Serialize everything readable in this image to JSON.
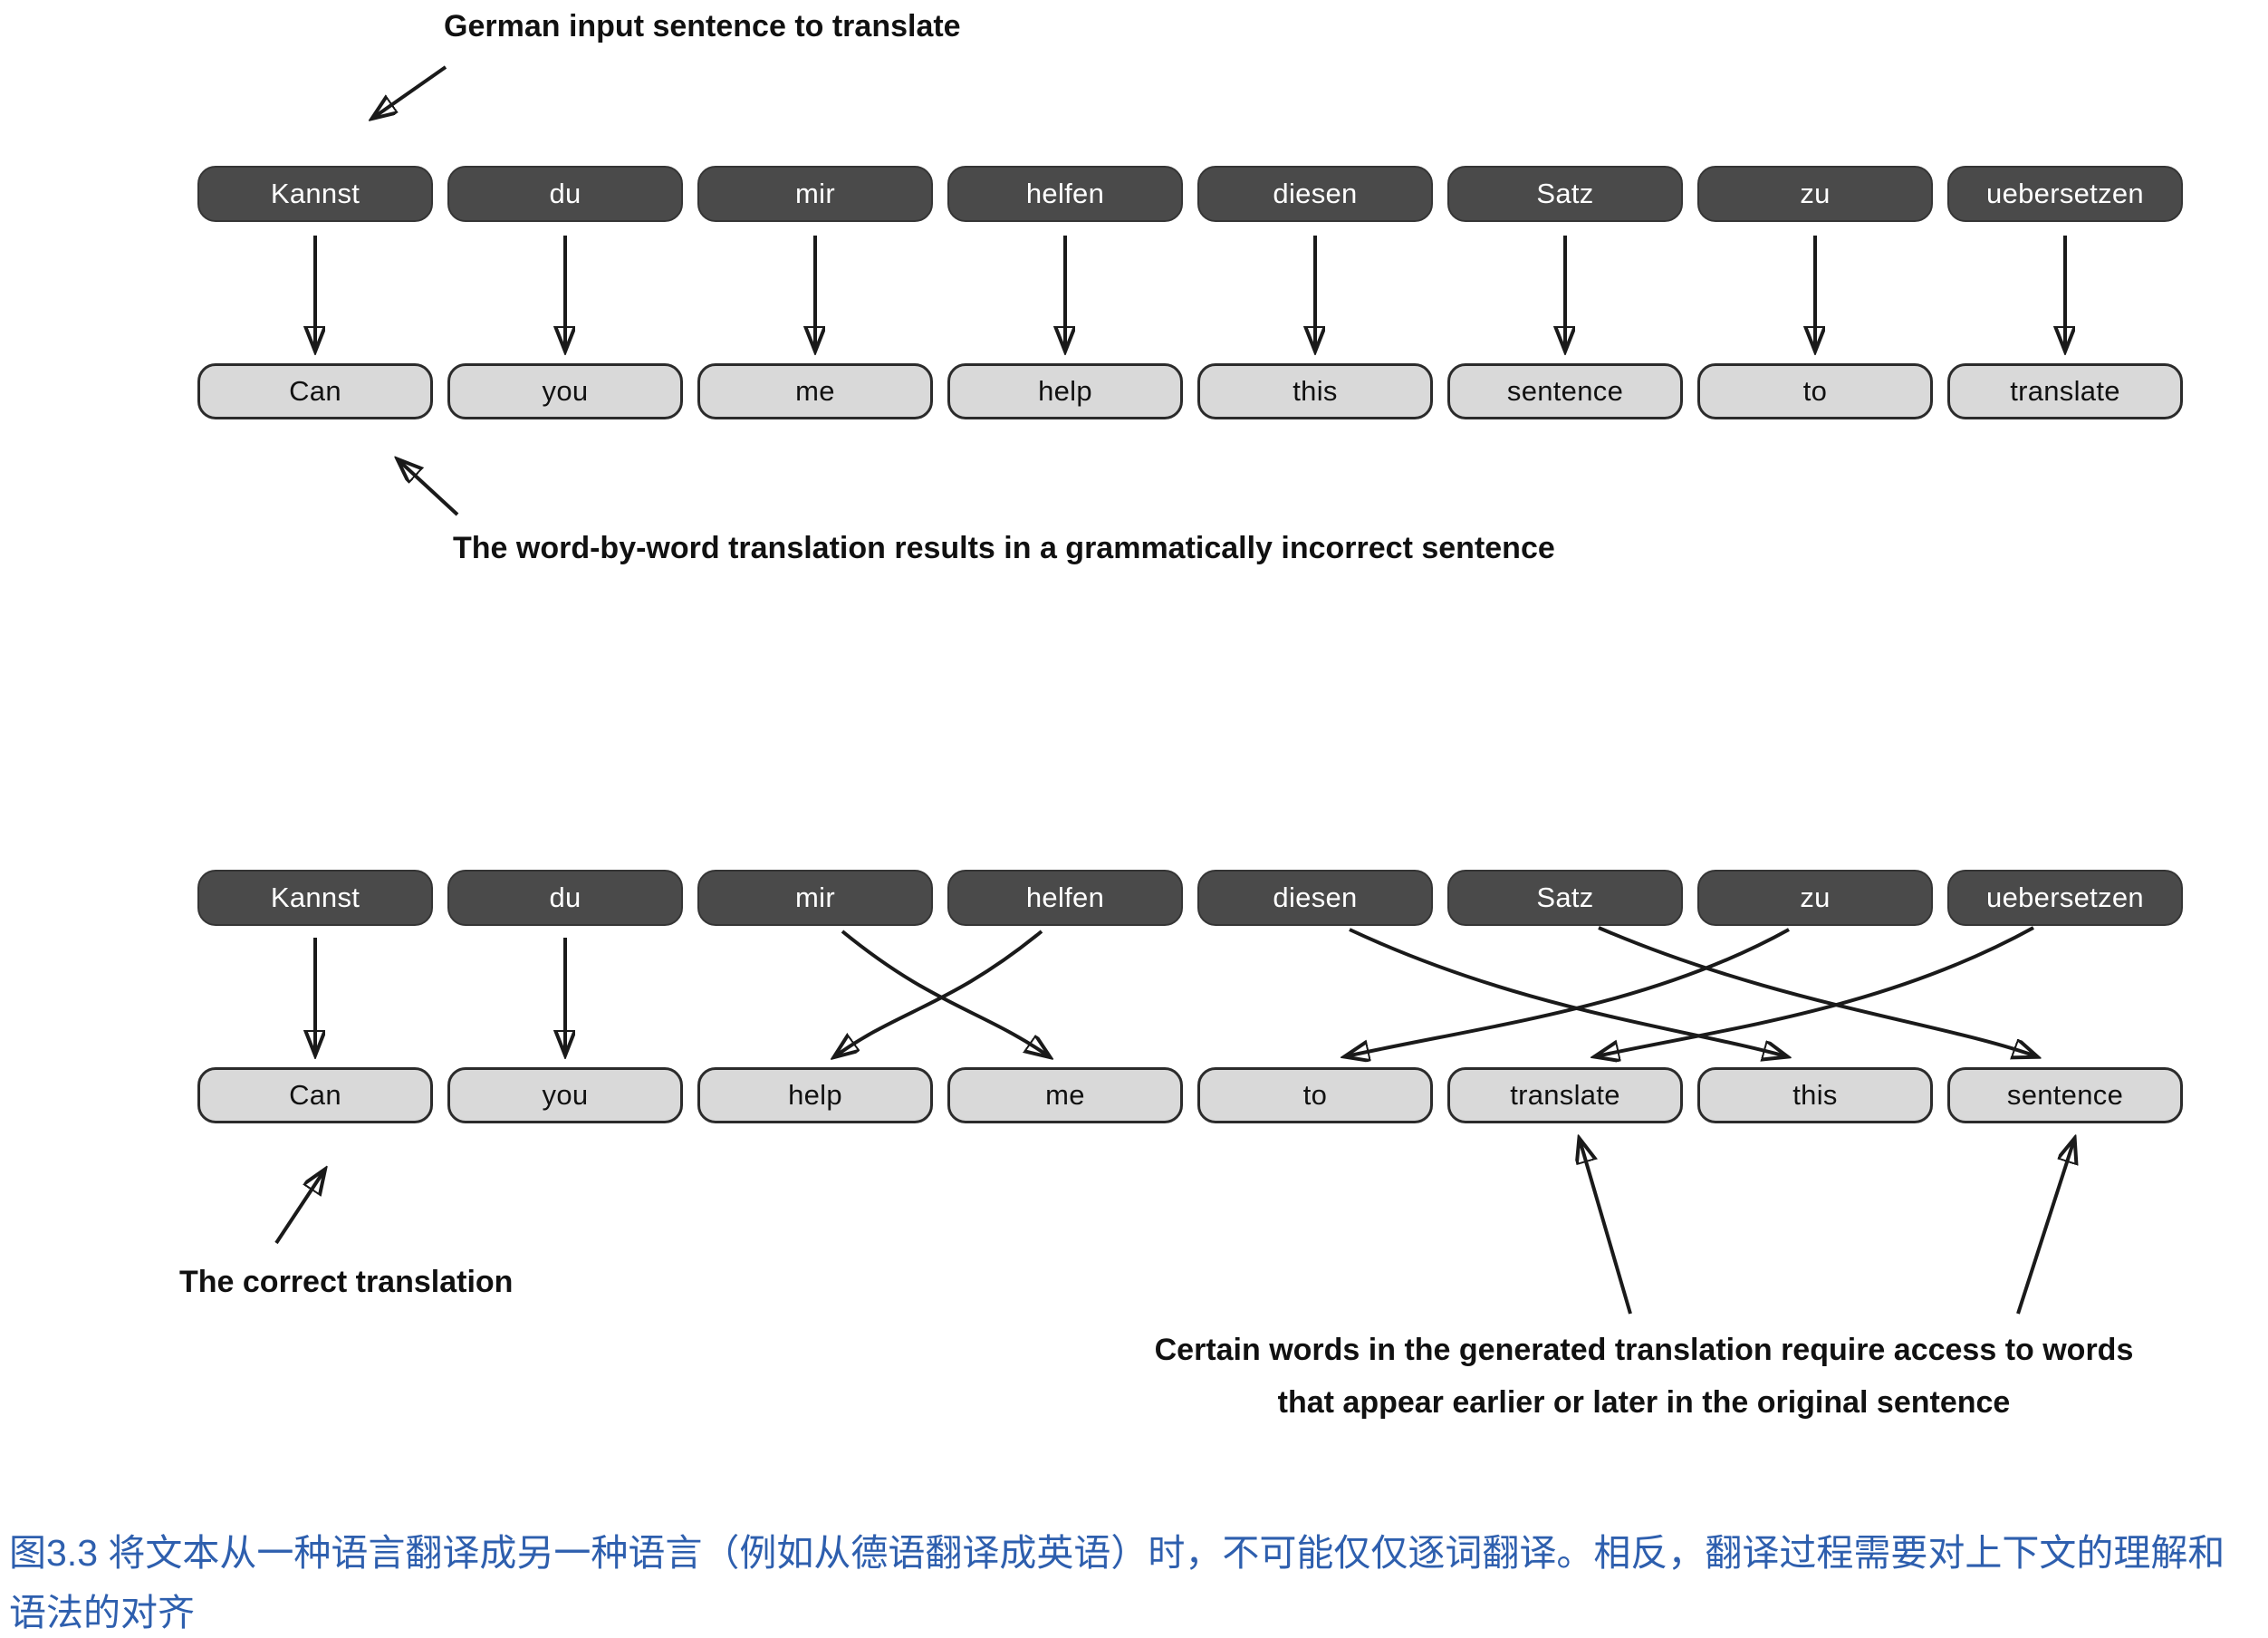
{
  "colors": {
    "dark_box": "#4a4a4a",
    "dark_box_text": "#ffffff",
    "light_box": "#d9d9d9",
    "box_border": "#2b2b2b",
    "arrow": "#1a1a1a",
    "caption": "#2e5fae"
  },
  "annotations": {
    "german_input": "German input sentence to translate",
    "word_by_word": "The word-by-word translation results in a grammatically incorrect sentence",
    "correct": "The correct translation",
    "context_line1": "Certain words in the generated translation require access to words",
    "context_line2": "that appear earlier or later in the original sentence"
  },
  "diagram_top": {
    "german": [
      "Kannst",
      "du",
      "mir",
      "helfen",
      "diesen",
      "Satz",
      "zu",
      "uebersetzen"
    ],
    "english": [
      "Can",
      "you",
      "me",
      "help",
      "this",
      "sentence",
      "to",
      "translate"
    ]
  },
  "diagram_bottom": {
    "german": [
      "Kannst",
      "du",
      "mir",
      "helfen",
      "diesen",
      "Satz",
      "zu",
      "uebersetzen"
    ],
    "english": [
      "Can",
      "you",
      "help",
      "me",
      "to",
      "translate",
      "this",
      "sentence"
    ]
  },
  "caption": "图3.3 将文本从一种语言翻译成另一种语言（例如从德语翻译成英语）时，不可能仅仅逐词翻译。相反，翻译过程需要对上下文的理解和语法的对齐"
}
